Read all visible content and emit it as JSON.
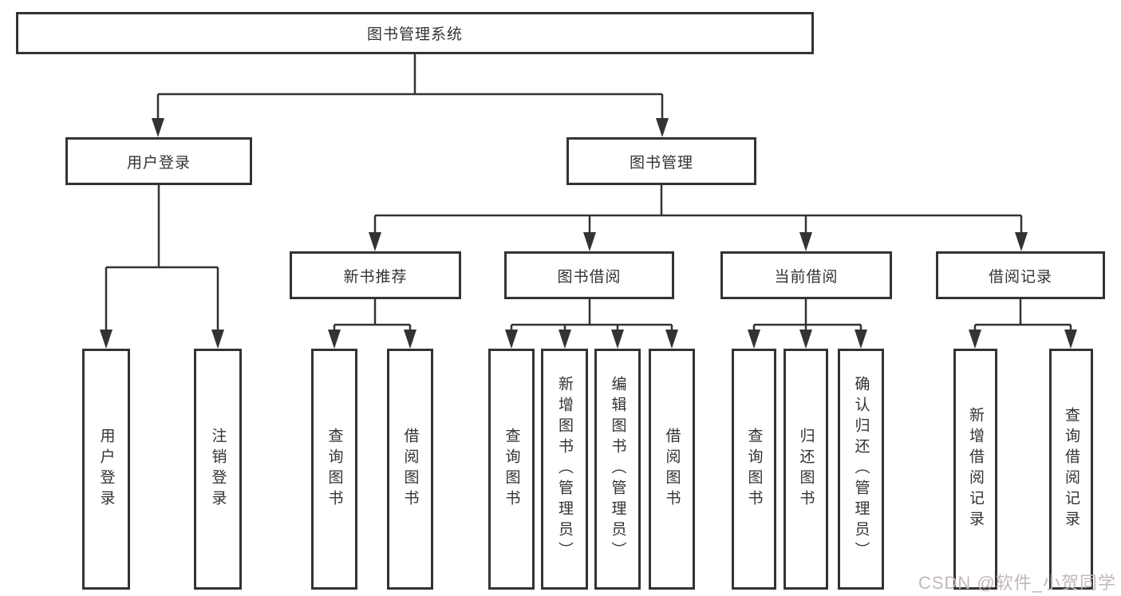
{
  "diagram_title": "图书管理系统",
  "nodes": {
    "root": "图书管理系统",
    "user_login": "用户登录",
    "book_mgmt": "图书管理",
    "new_book_recommend": "新书推荐",
    "book_borrow": "图书借阅",
    "current_borrow": "当前借阅",
    "borrow_records": "借阅记录",
    "leaf_user_login": "用户登录",
    "leaf_logout": "注销登录",
    "leaf_nb_query_books": "查询图书",
    "leaf_nb_borrow_books": "借阅图书",
    "leaf_bb_query_books": "查询图书",
    "leaf_bb_add_books": "新增图书（管理员）",
    "leaf_bb_edit_books": "编辑图书（管理员）",
    "leaf_bb_borrow_books": "借阅图书",
    "leaf_cb_query_books": "查询图书",
    "leaf_cb_return_books": "归还图书",
    "leaf_cb_confirm_return": "确认归还（管理员）",
    "leaf_br_add_record": "新增借阅记录",
    "leaf_br_query_record": "查询借阅记录"
  },
  "watermark": "CSDN @软件_小贺同学",
  "colors": {
    "line": "#333333",
    "box_border": "#333333",
    "text": "#333333",
    "watermark": "#c3b7b7",
    "background": "#ffffff"
  }
}
